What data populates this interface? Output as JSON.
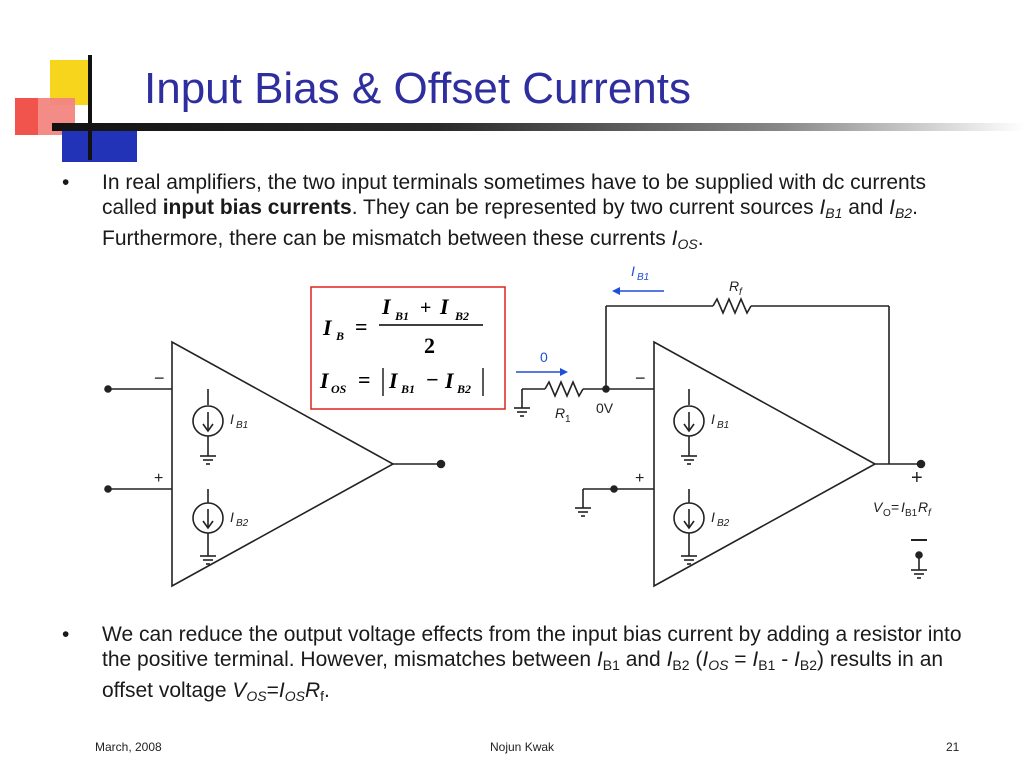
{
  "title": "Input Bias & Offset Currents",
  "bullet1": {
    "text_a": "In real amplifiers, the two input terminals sometimes have to be supplied with dc currents called ",
    "bold": "input bias currents",
    "text_b": ". They can be represented by two current sources ",
    "ib1_main": "I",
    "ib1_sub": "B1",
    "and": " and ",
    "ib2_main": "I",
    "ib2_sub": "B2",
    "text_c": ". Furthermore, there can be mismatch between these currents ",
    "ios_main": "I",
    "ios_sub": "OS",
    "end": "."
  },
  "formula": {
    "ib_lhs": "I",
    "ib_lhs_sub": "B",
    "eq": "=",
    "num": "I B1 + I B2",
    "num_i1": "I",
    "num_s1": "B1",
    "plus": "+",
    "num_i2": "I",
    "num_s2": "B2",
    "den": "2",
    "ios_lhs": "I",
    "ios_lhs_sub": "OS",
    "bar_i1": "I",
    "bar_s1": "B1",
    "minus": "−",
    "bar_i2": "I",
    "bar_s2": "B2"
  },
  "left_circuit": {
    "minus": "−",
    "plus": "+",
    "ib1": "I",
    "ib1_sub": "B1",
    "ib2": "I",
    "ib2_sub": "B2"
  },
  "right_circuit": {
    "ib1_arrow": "I",
    "ib1_arrow_sub": "B1",
    "rf": "R",
    "rf_sub": "f",
    "zero": "0",
    "r1": "R",
    "r1_sub": "1",
    "zero_v": "0V",
    "minus": "−",
    "plus": "+",
    "ib1": "I",
    "ib1_sub": "B1",
    "ib2": "I",
    "ib2_sub": "B2",
    "out_plus": "+",
    "vo_v": "V",
    "vo_sub": "O",
    "vo_eq": "=",
    "vo_i": "I",
    "vo_isub": "B1",
    "vo_r": "R",
    "vo_rsub": "f"
  },
  "bullet2": {
    "text_a": "We can reduce the output voltage effects from the input bias current by adding a resistor into the positive terminal.  However, mismatches between ",
    "ib1_main": "I",
    "ib1_sub": "B1",
    "and": " and ",
    "ib2_main": "I",
    "ib2_sub": "B2",
    "paren_open": " (",
    "ios_main": "I",
    "ios_sub": "OS",
    "eq": " = ",
    "b_ib1_main": "I",
    "b_ib1_sub": "B1",
    "dash": " - ",
    "b_ib2_main": "I",
    "b_ib2_sub": "B2",
    "text_b": ") results in an offset voltage ",
    "vos_main": "V",
    "vos_sub": "OS",
    "eq2": "=",
    "ios2_main": "I",
    "ios2_sub": "OS",
    "rf_main": "R",
    "rf_sub": "f",
    "end": "."
  },
  "footer": {
    "date": "March, 2008",
    "author": "Nojun Kwak",
    "page": "21"
  },
  "colors": {
    "title": "#2e2e9e",
    "formula_border": "#e0201e",
    "arrow_blue": "#1f4fd8",
    "logo_yellow": "#f7d51d",
    "logo_red": "#f0403a",
    "logo_blue": "#2233b8"
  },
  "icons": [
    "slide-logo-icon",
    "bullet-icon",
    "current-source-icon",
    "ground-icon",
    "resistor-icon",
    "current-arrow-icon"
  ]
}
